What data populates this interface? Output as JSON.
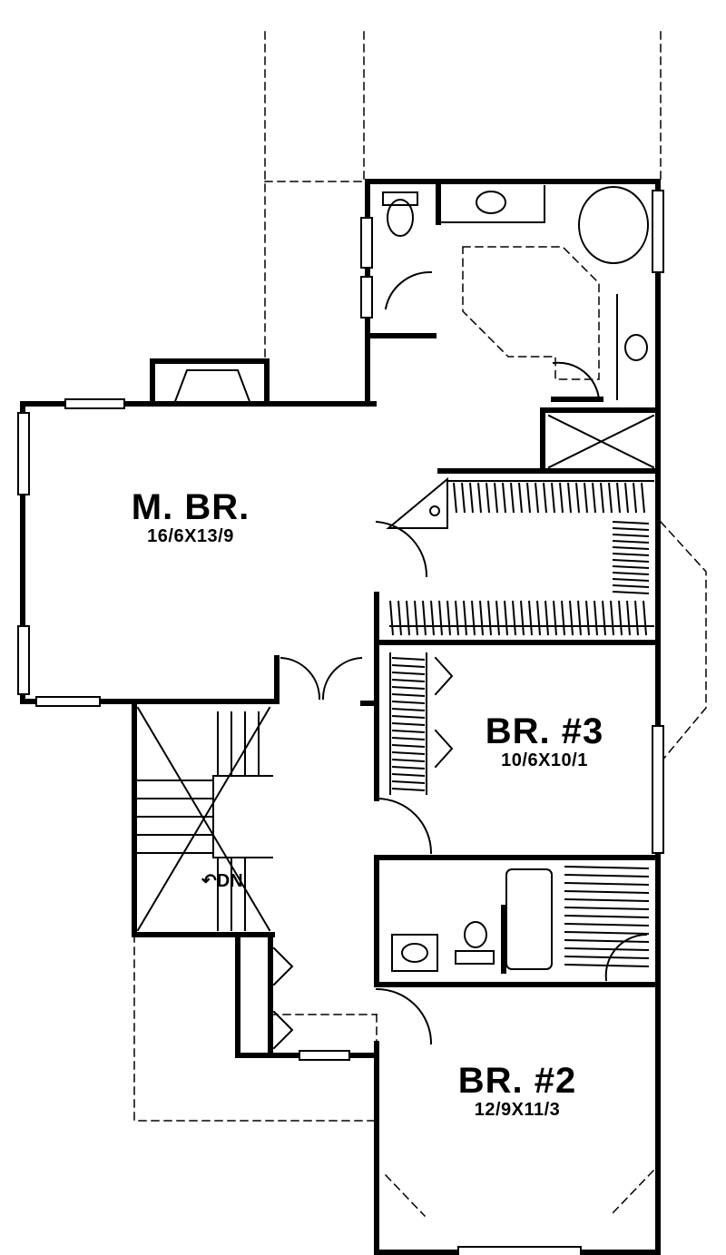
{
  "rooms": {
    "master": {
      "name": "M. BR.",
      "dims": "16/6X13/9"
    },
    "br3": {
      "name": "BR. #3",
      "dims": "10/6X10/1"
    },
    "br2": {
      "name": "BR. #2",
      "dims": "12/9X11/3"
    }
  },
  "stair": {
    "label": "DN"
  },
  "colors": {
    "wall": "#000000",
    "background": "#ffffff",
    "dashed": "#000000"
  }
}
